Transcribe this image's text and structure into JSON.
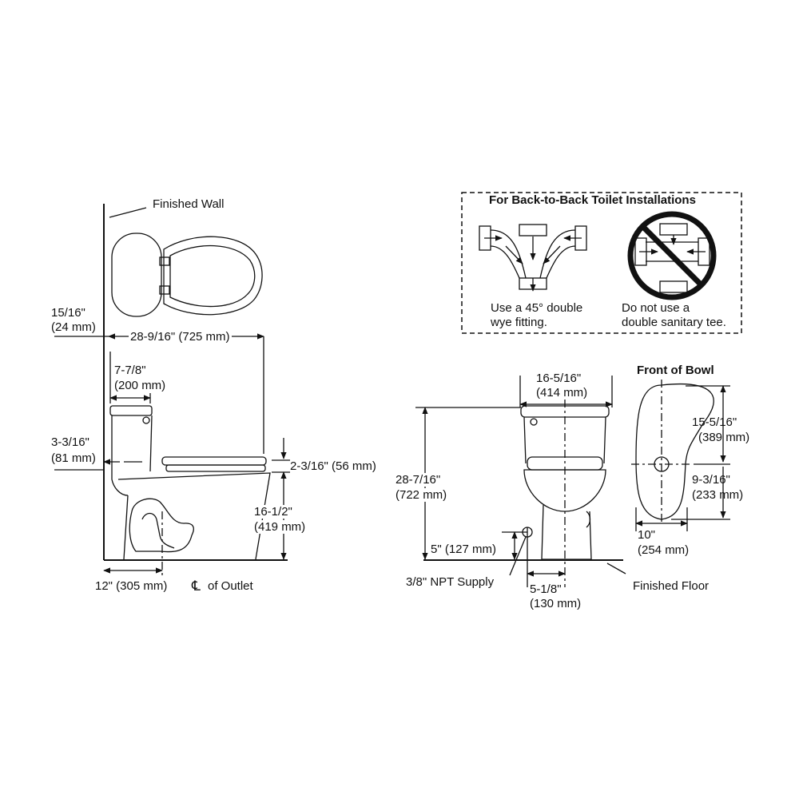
{
  "side_view": {
    "finished_wall": "Finished Wall",
    "wall_gap": [
      "15/16\"",
      "(24 mm)"
    ],
    "overall_depth": "28-9/16\" (725 mm)",
    "tank_depth": [
      "7-7/8\"",
      "(200 mm)"
    ],
    "tank_offset": [
      "3-3/16\"",
      "(81 mm)"
    ],
    "seat_height_delta": "2-3/16\" (56 mm)",
    "rim_height": [
      "16-1/2\"",
      "(419 mm)"
    ],
    "rough_in": "12\" (305 mm)",
    "outlet_symbol": "℄",
    "outlet_label": "of Outlet"
  },
  "front_view": {
    "tank_width": [
      "16-5/16\"",
      "(414 mm)"
    ],
    "overall_height": [
      "28-7/16\"",
      "(722 mm)"
    ],
    "supply_height": "5\" (127 mm)",
    "supply_label": "3/8\" NPT Supply",
    "supply_offset": [
      "5-1/8\"",
      "(130 mm)"
    ],
    "finished_floor": "Finished Floor"
  },
  "bowl_view": {
    "title": "Front of Bowl",
    "front_length": [
      "15-5/16\"",
      "(389 mm)"
    ],
    "rear_length": [
      "9-3/16\"",
      "(233 mm)"
    ],
    "bowl_width": [
      "10\"",
      "(254 mm)"
    ]
  },
  "back_to_back": {
    "title": "For Back-to-Back Toilet Installations",
    "do_caption": [
      "Use a 45° double",
      "wye fitting."
    ],
    "dont_caption": [
      "Do not use a",
      "double sanitary tee."
    ]
  }
}
